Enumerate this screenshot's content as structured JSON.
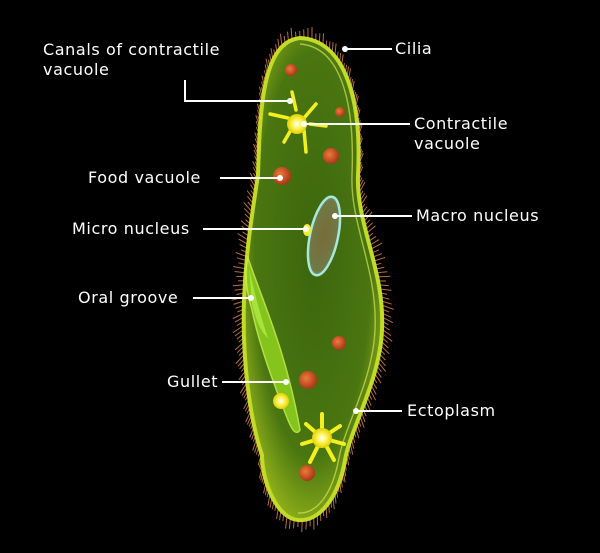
{
  "diagram": {
    "labels": {
      "canals": "Canals of contractile\nvacuole",
      "cilia": "Cilia",
      "contractile_vacuole": "Contractile\nvacuole",
      "food_vacuole": "Food vacuole",
      "micro_nucleus": "Micro nucleus",
      "macro_nucleus": "Macro nucleus",
      "oral_groove": "Oral groove",
      "gullet": "Gullet",
      "ectoplasm": "Ectoplasm"
    },
    "colors": {
      "background": "#000000",
      "cell_body": "#4f7a10",
      "cell_rim": "#c9e22a",
      "cilia": "#e58a4a",
      "food_vacuole": "#d9582a",
      "vacuole_yellow": "#f4f020",
      "macro_nucleus": "#5aa090",
      "gullet": "#8fd31e",
      "leader": "#ffffff"
    }
  }
}
